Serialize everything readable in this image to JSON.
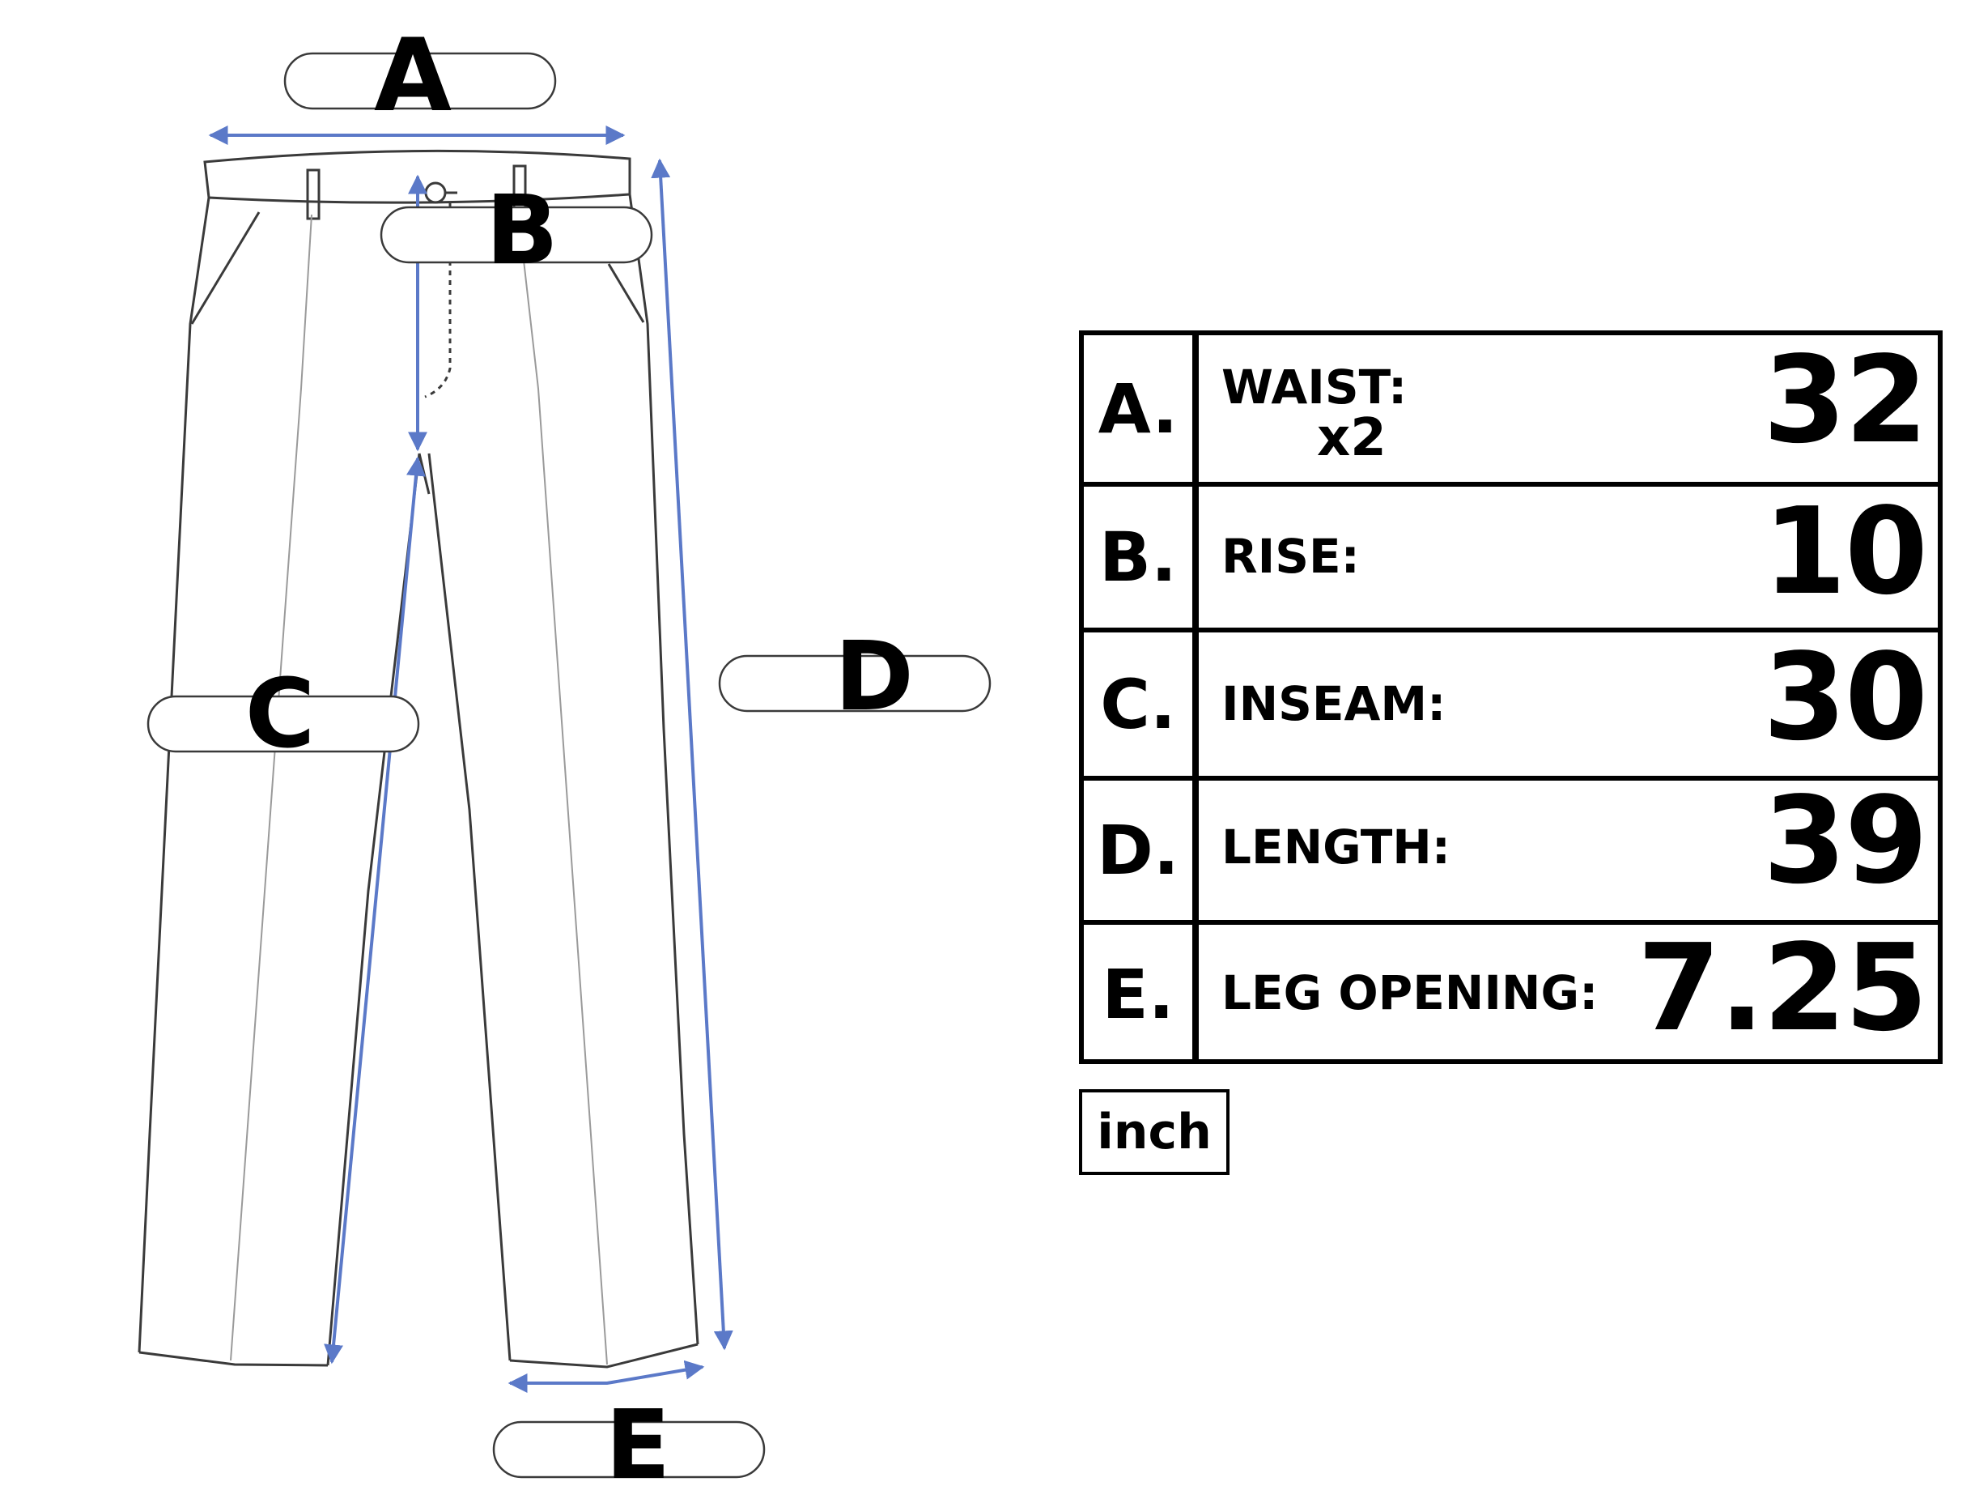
{
  "diagram": {
    "garment": "pants",
    "arrow_color": "#5b79c8",
    "line_color": "#3a3a3a",
    "labels": {
      "A": "A",
      "B": "B",
      "C": "C",
      "D": "D",
      "E": "E"
    }
  },
  "table": {
    "rows": [
      {
        "letter": "A.",
        "label": "WAIST:",
        "sub": "x2",
        "value": "32"
      },
      {
        "letter": "B.",
        "label": "RISE:",
        "value": "10"
      },
      {
        "letter": "C.",
        "label": "INSEAM:",
        "value": "30"
      },
      {
        "letter": "D.",
        "label": "LENGTH:",
        "value": "39"
      },
      {
        "letter": "E.",
        "label": "LEG OPENING:",
        "value": "7.25"
      }
    ]
  },
  "unit": "inch"
}
